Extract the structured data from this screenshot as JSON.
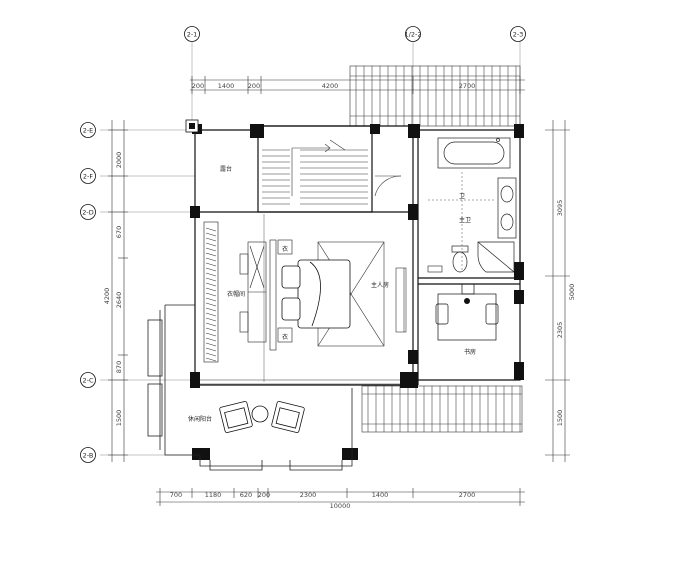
{
  "axes": {
    "top": [
      "2-1",
      "1/2-2",
      "2-3"
    ],
    "left": [
      "2-E",
      "2-F",
      "2-D",
      "2-C",
      "2-B"
    ]
  },
  "dims": {
    "top": [
      "200",
      "1400",
      "200",
      "4200",
      "2700"
    ],
    "bottom": [
      "700",
      "1180",
      "620",
      "200",
      "2300",
      "1400",
      "2700"
    ],
    "bottom_total": "10000",
    "left": [
      "2000",
      "670",
      "4200",
      "2640",
      "870",
      "1500"
    ],
    "right": [
      "3095",
      "5000",
      "2305",
      "1500"
    ]
  },
  "rooms": {
    "terrace": "露台",
    "master_bath": "主卫",
    "bath_short": "卫",
    "closet": "衣帽间",
    "master_bedroom": "主人房",
    "study": "书房",
    "leisure_balcony": "休闲阳台",
    "cabinet_1": "衣",
    "cabinet_2": "衣"
  },
  "colors": {
    "line": "#111111",
    "wall_fill": "#111111",
    "thin": "#555555"
  }
}
